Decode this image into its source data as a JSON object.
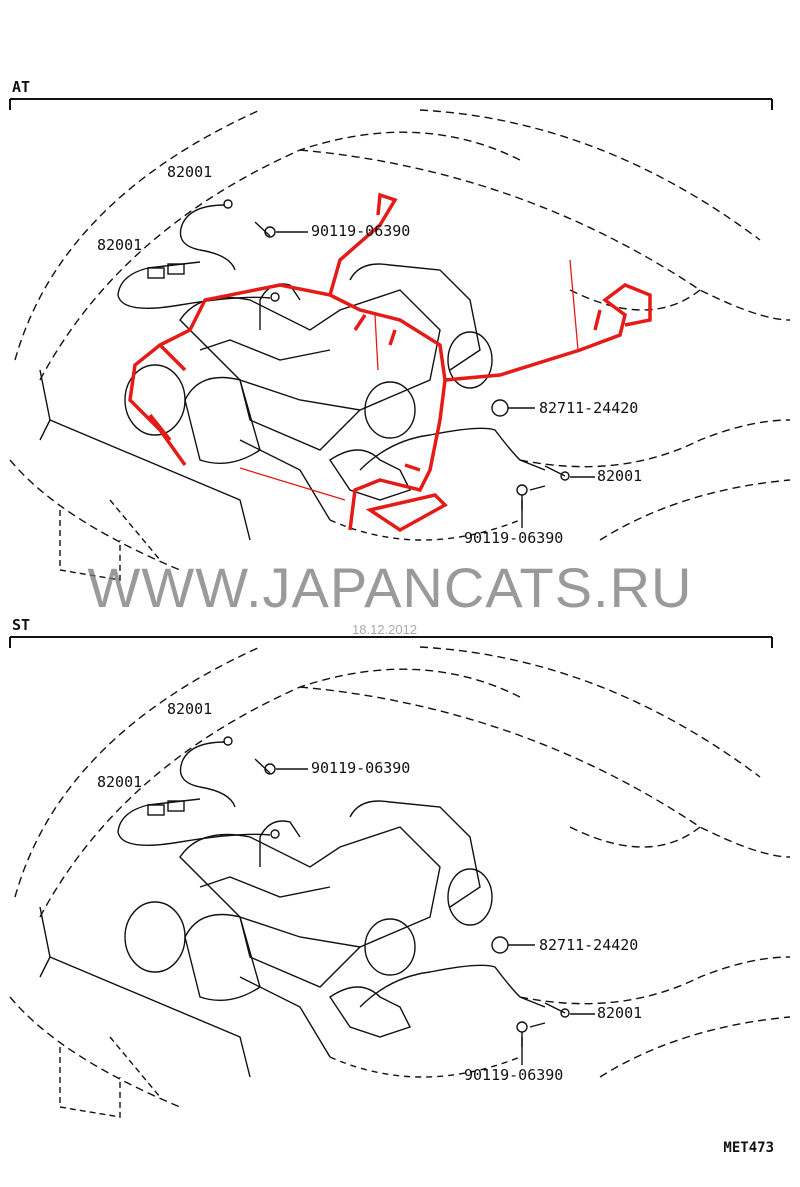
{
  "sections": [
    {
      "title": "AT",
      "labels": {
        "wire_upper": "82001",
        "wire_left": "82001",
        "bolt_top": "90119-06390",
        "clamp": "82711-24420",
        "wire_right": "82001",
        "bolt_bottom": "90119-06390"
      }
    },
    {
      "title": "ST",
      "labels": {
        "wire_upper": "82001",
        "wire_left": "82001",
        "bolt_top": "90119-06390",
        "clamp": "82711-24420",
        "wire_right": "82001",
        "bolt_bottom": "90119-06390"
      }
    }
  ],
  "watermark": "WWW.JAPANCATS.RU",
  "date": "18.12.2012",
  "diagram_code": "MET473",
  "colors": {
    "harness_highlight": "#e41b17",
    "line": "#111111"
  }
}
